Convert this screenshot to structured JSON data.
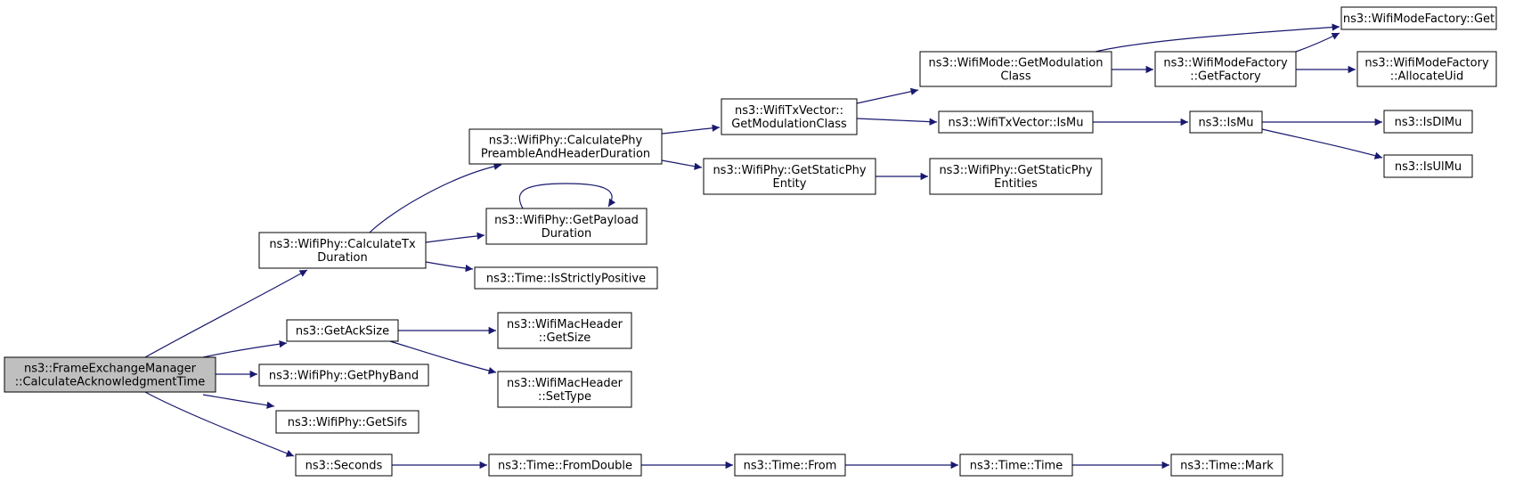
{
  "colors": {
    "edge": "#191970",
    "node_border": "#000000",
    "node_fill": "#ffffff",
    "root_fill": "#bfbfbf",
    "text": "#000000"
  },
  "nodes": [
    {
      "id": "root",
      "lines": [
        "ns3::FrameExchangeManager",
        "::CalculateAcknowledgmentTime"
      ],
      "root": true
    },
    {
      "id": "calcTx",
      "lines": [
        "ns3::WifiPhy::CalculateTx",
        "Duration"
      ]
    },
    {
      "id": "getAckSize",
      "lines": [
        "ns3::GetAckSize"
      ]
    },
    {
      "id": "getPhyBand",
      "lines": [
        "ns3::WifiPhy::GetPhyBand"
      ]
    },
    {
      "id": "getSifs",
      "lines": [
        "ns3::WifiPhy::GetSifs"
      ]
    },
    {
      "id": "seconds",
      "lines": [
        "ns3::Seconds"
      ]
    },
    {
      "id": "calcPreamble",
      "lines": [
        "ns3::WifiPhy::CalculatePhy",
        "PreambleAndHeaderDuration"
      ]
    },
    {
      "id": "getPayload",
      "lines": [
        "ns3::WifiPhy::GetPayload",
        "Duration"
      ]
    },
    {
      "id": "isStrictlyPos",
      "lines": [
        "ns3::Time::IsStrictlyPositive"
      ]
    },
    {
      "id": "macGetSize",
      "lines": [
        "ns3::WifiMacHeader",
        "::GetSize"
      ]
    },
    {
      "id": "macSetType",
      "lines": [
        "ns3::WifiMacHeader",
        "::SetType"
      ]
    },
    {
      "id": "fromDouble",
      "lines": [
        "ns3::Time::FromDouble"
      ]
    },
    {
      "id": "txGetModClass",
      "lines": [
        "ns3::WifiTxVector::",
        "GetModulationClass"
      ]
    },
    {
      "id": "getStaticPhyEntity",
      "lines": [
        "ns3::WifiPhy::GetStaticPhy",
        "Entity"
      ]
    },
    {
      "id": "timeFrom",
      "lines": [
        "ns3::Time::From"
      ]
    },
    {
      "id": "modeGetModClass",
      "lines": [
        "ns3::WifiMode::GetModulation",
        "Class"
      ]
    },
    {
      "id": "txIsMu",
      "lines": [
        "ns3::WifiTxVector::IsMu"
      ]
    },
    {
      "id": "getStaticPhyEntities",
      "lines": [
        "ns3::WifiPhy::GetStaticPhy",
        "Entities"
      ]
    },
    {
      "id": "timeTime",
      "lines": [
        "ns3::Time::Time"
      ]
    },
    {
      "id": "factoryGetFactory",
      "lines": [
        "ns3::WifiModeFactory",
        "::GetFactory"
      ]
    },
    {
      "id": "isMu",
      "lines": [
        "ns3::IsMu"
      ]
    },
    {
      "id": "timeMark",
      "lines": [
        "ns3::Time::Mark"
      ]
    },
    {
      "id": "factoryGet",
      "lines": [
        "ns3::WifiModeFactory::Get"
      ]
    },
    {
      "id": "allocateUid",
      "lines": [
        "ns3::WifiModeFactory",
        "::AllocateUid"
      ]
    },
    {
      "id": "isDlMu",
      "lines": [
        "ns3::IsDlMu"
      ]
    },
    {
      "id": "isUlMu",
      "lines": [
        "ns3::IsUlMu"
      ]
    }
  ],
  "edges": [
    {
      "from": "root",
      "to": "calcTx"
    },
    {
      "from": "root",
      "to": "getAckSize"
    },
    {
      "from": "root",
      "to": "getPhyBand"
    },
    {
      "from": "root",
      "to": "getSifs"
    },
    {
      "from": "root",
      "to": "seconds"
    },
    {
      "from": "calcTx",
      "to": "calcPreamble"
    },
    {
      "from": "calcTx",
      "to": "getPayload"
    },
    {
      "from": "calcTx",
      "to": "isStrictlyPos"
    },
    {
      "from": "getPayload",
      "to": "getPayload"
    },
    {
      "from": "getAckSize",
      "to": "macGetSize"
    },
    {
      "from": "getAckSize",
      "to": "macSetType"
    },
    {
      "from": "seconds",
      "to": "fromDouble"
    },
    {
      "from": "fromDouble",
      "to": "timeFrom"
    },
    {
      "from": "timeFrom",
      "to": "timeTime"
    },
    {
      "from": "timeTime",
      "to": "timeMark"
    },
    {
      "from": "calcPreamble",
      "to": "txGetModClass"
    },
    {
      "from": "calcPreamble",
      "to": "getStaticPhyEntity"
    },
    {
      "from": "getStaticPhyEntity",
      "to": "getStaticPhyEntities"
    },
    {
      "from": "txGetModClass",
      "to": "modeGetModClass"
    },
    {
      "from": "txGetModClass",
      "to": "txIsMu"
    },
    {
      "from": "modeGetModClass",
      "to": "factoryGet"
    },
    {
      "from": "modeGetModClass",
      "to": "factoryGetFactory"
    },
    {
      "from": "factoryGetFactory",
      "to": "factoryGet"
    },
    {
      "from": "factoryGetFactory",
      "to": "allocateUid"
    },
    {
      "from": "txIsMu",
      "to": "isMu"
    },
    {
      "from": "isMu",
      "to": "isDlMu"
    },
    {
      "from": "isMu",
      "to": "isUlMu"
    }
  ]
}
